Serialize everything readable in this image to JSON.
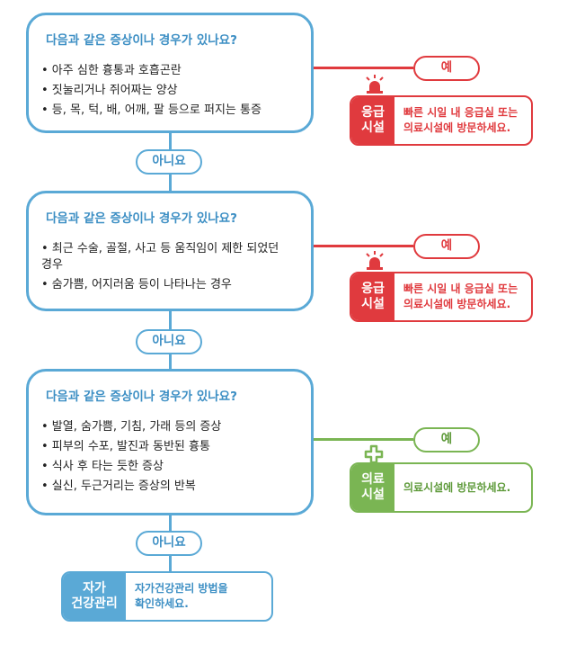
{
  "steps": [
    {
      "question": "다음과 같은 증상이나 경우가 있나요?",
      "items": [
        "• 아주 심한 흉통과 호흡곤란",
        "• 짓눌리거나 쥐어짜는 양상",
        "• 등, 목, 턱, 배, 어깨, 팔 등으로 퍼지는 통증"
      ],
      "yes_label": "예",
      "outcome": {
        "tag": "응급\n시설",
        "text": "빠른 시일 내 응급실 또는\n의료시설에 방문하세요.",
        "icon": "alarm-siren-icon",
        "color": "#e03a3e"
      },
      "no_label": "아니요"
    },
    {
      "question": "다음과 같은 증상이나 경우가 있나요?",
      "items": [
        "• 최근 수술, 골절, 사고 등 움직임이 제한 되었던 경우",
        "• 숨가쁨, 어지러움 등이 나타나는 경우"
      ],
      "yes_label": "예",
      "outcome": {
        "tag": "응급\n시설",
        "text": "빠른 시일 내 응급실 또는\n의료시설에 방문하세요.",
        "icon": "alarm-siren-icon",
        "color": "#e03a3e"
      },
      "no_label": "아니요"
    },
    {
      "question": "다음과 같은 증상이나 경우가 있나요?",
      "items": [
        "• 발열, 숨가쁨, 기침, 가래 등의 증상",
        "• 피부의 수포, 발진과 동반된 흉통",
        "• 식사 후 타는 듯한 증상",
        "• 실신, 두근거리는 증상의 반복"
      ],
      "yes_label": "예",
      "outcome": {
        "tag": "의료\n시설",
        "text": "의료시설에 방문하세요.",
        "icon": "medical-cross-icon",
        "color": "#7ab553"
      },
      "no_label": "아니요"
    }
  ],
  "final": {
    "tag": "자가\n건강관리",
    "text": "자가건강관리 방법을\n확인하세요.",
    "color": "#5aa9d6"
  }
}
